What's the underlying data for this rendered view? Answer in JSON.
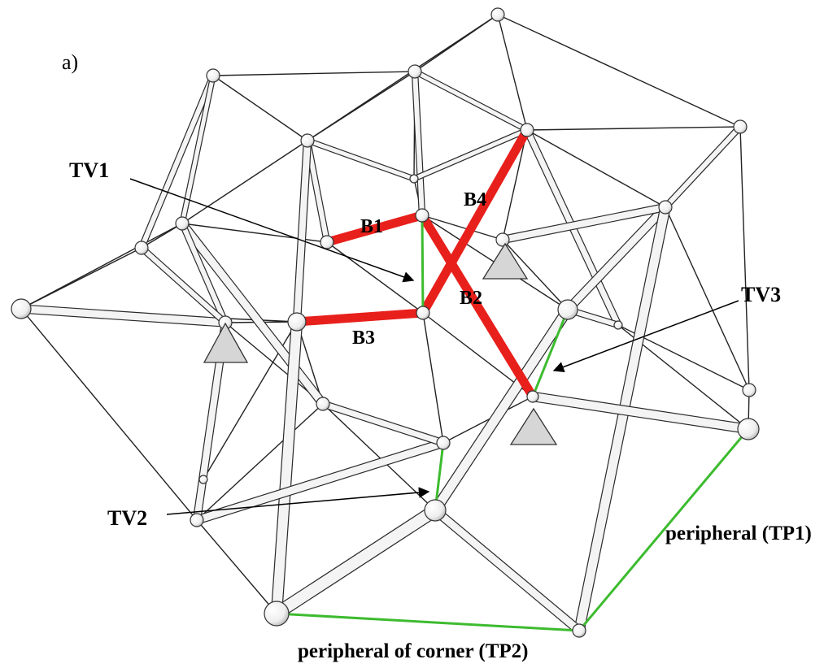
{
  "panel_label": "a)",
  "labels": {
    "tv1": "TV1",
    "tv2": "TV2",
    "tv3": "TV3",
    "b1": "B1",
    "b2": "B2",
    "b3": "B3",
    "b4": "B4",
    "tp1": "peripheral (TP1)",
    "tp2": "peripheral of corner (TP2)"
  },
  "colors": {
    "red_members": "#e8201c",
    "green_members": "#3dbb2f",
    "nodes": "#f6f6f6",
    "supports": "#d4d4d4",
    "lines": "#222222"
  }
}
